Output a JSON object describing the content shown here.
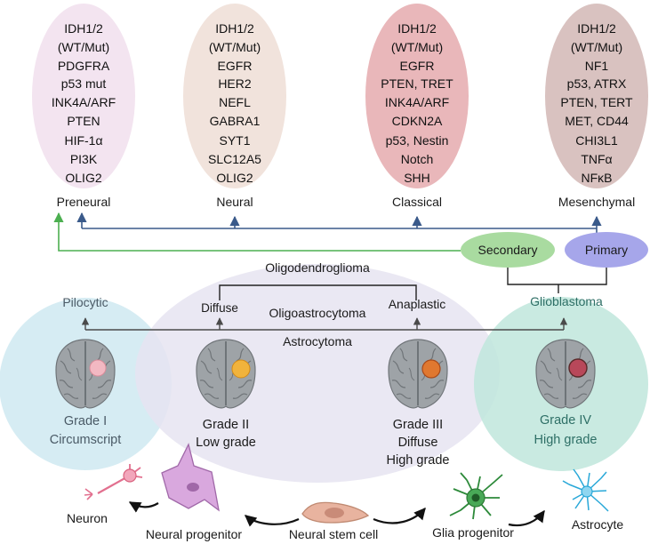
{
  "subtypes": [
    {
      "name": "Preneural",
      "markers": [
        "IDH1/2",
        "(WT/Mut)",
        "PDGFRA",
        "p53 mut",
        "INK4A/ARF",
        "PTEN",
        "HIF-1α",
        "PI3K",
        "OLIG2"
      ],
      "color": "#f3e4f0"
    },
    {
      "name": "Neural",
      "markers": [
        "IDH1/2",
        "(WT/Mut)",
        "EGFR",
        "HER2",
        "NEFL",
        "GABRA1",
        "SYT1",
        "SLC12A5",
        "OLIG2"
      ],
      "color": "#f1e3dc"
    },
    {
      "name": "Classical",
      "markers": [
        "IDH1/2",
        "(WT/Mut)",
        "EGFR",
        "PTEN, TRET",
        "INK4A/ARF",
        "CDKN2A",
        "p53, Nestin",
        "Notch",
        "SHH"
      ],
      "color": "#e9b7ba"
    },
    {
      "name": "Mesenchymal",
      "markers": [
        "IDH1/2",
        "(WT/Mut)",
        "NF1",
        "p53, ATRX",
        "PTEN, TERT",
        "MET, CD44",
        "CHI3L1",
        "TNFα",
        "NFκB"
      ],
      "color": "#d9c2c0"
    }
  ],
  "origin": {
    "secondary": "Secondary",
    "primary": "Primary"
  },
  "tumors": {
    "oligodendroglioma": "Oligodendroglioma",
    "oligoastrocytoma": "Oligoastrocytoma",
    "astrocytoma": "Astrocytoma",
    "pilocytic": "Pilocytic",
    "diffuse": "Diffuse",
    "anaplastic": "Anaplastic",
    "glioblastoma": "Glioblastoma"
  },
  "grades": [
    {
      "lines": [
        "Grade I",
        "Circumscript"
      ],
      "lesion_color": "#f2b8c2"
    },
    {
      "lines": [
        "Grade II",
        "Low grade"
      ],
      "lesion_color": "#f1b33c"
    },
    {
      "lines": [
        "Grade III",
        "Diffuse",
        "High grade"
      ],
      "lesion_color": "#e07830"
    },
    {
      "lines": [
        "Grade IV",
        "High grade"
      ],
      "lesion_color": "#b8485a"
    }
  ],
  "lineage": {
    "neuron": "Neuron",
    "neural_progenitor": "Neural progenitor",
    "neural_stem_cell": "Neural stem cell",
    "glia_progenitor": "Glia progenitor",
    "astrocyte": "Astrocyte"
  },
  "colors": {
    "arrow_blue": "#3a5a8a",
    "arrow_green": "#4caf50",
    "secondary_fill": "#a9dba0",
    "primary_fill": "#a6a6ea",
    "grade1_circle": "#cfe9f1",
    "central_ellipse": "#e6e4f1",
    "grade4_circle": "#bfe6dc"
  }
}
